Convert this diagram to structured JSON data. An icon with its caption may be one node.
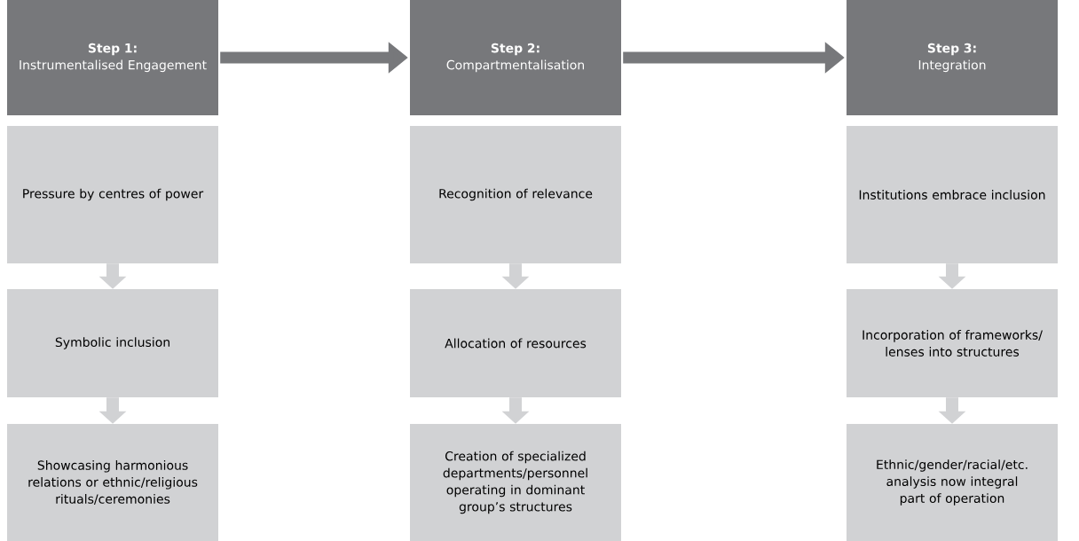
{
  "diagram": {
    "nodes": [
      {
        "text": [
          "Step 1:",
          "Instrumentalised Engagement"
        ]
      },
      {
        "text": [
          "Step 2:",
          "Compartmentalisation"
        ]
      },
      {
        "text": [
          "Step 3:",
          "Integration"
        ]
      },
      {
        "text": [
          "Pressure by centres of power"
        ]
      },
      {
        "text": [
          "Symbolic inclusion"
        ]
      },
      {
        "text": [
          "Showcasing harmonious relations or ethnic/religious rituals/ceremonies"
        ]
      },
      {
        "text": [
          "Recognition of relevance"
        ]
      },
      {
        "text": [
          "Allocation of resources"
        ]
      },
      {
        "text": [
          "Creation of specialized departments/personnel operating in dominant group’s structures"
        ]
      },
      {
        "text": [
          "Institutions embrace inclusion"
        ]
      },
      {
        "text": [
          "Incorporation of frameworks/ lenses into structures"
        ]
      },
      {
        "text": [
          "Ethnic/gender/racial/etc. analysis now integral part of operation"
        ]
      }
    ],
    "edges": [
      {
        "from": 0,
        "to": 1,
        "arrow": "to",
        "color": "#77787b"
      },
      {
        "from": 1,
        "to": 2,
        "arrow": "to",
        "color": "#77787b"
      },
      {
        "from": 3,
        "to": 4,
        "arrow": "to"
      },
      {
        "from": 4,
        "to": 5,
        "arrow": "to"
      },
      {
        "from": 6,
        "to": 7,
        "arrow": "to"
      },
      {
        "from": 7,
        "to": 8,
        "arrow": "to"
      },
      {
        "from": 9,
        "to": 10,
        "arrow": "to"
      },
      {
        "from": 10,
        "to": 11,
        "arrow": "to"
      }
    ]
  }
}
